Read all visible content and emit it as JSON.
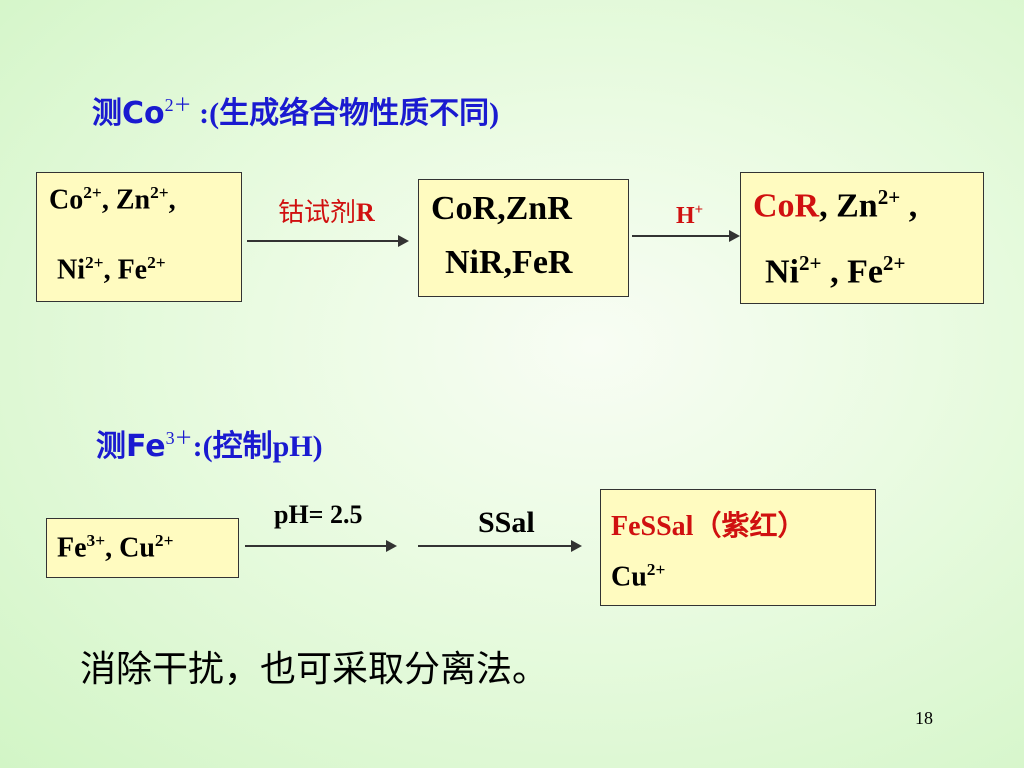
{
  "section1": {
    "heading_prefix": "测Co",
    "heading_sup": "2＋",
    "heading_suffix": " :(生成络合物性质不同)",
    "box_left": {
      "line1_a": "Co",
      "line1_a_sup": "2+",
      "line1_b": ", Zn",
      "line1_b_sup": "2+",
      "line1_c": ",",
      "line2_a": "Ni",
      "line2_a_sup": "2+",
      "line2_b": ", Fe",
      "line2_b_sup": "2+"
    },
    "reagent_label_cjk": "钴试剂",
    "reagent_label_r": "R",
    "box_middle": {
      "line1": "CoR,ZnR",
      "line2": "NiR,FeR"
    },
    "acid_label": "H",
    "acid_sup": "+",
    "box_right": {
      "line1_red": "CoR",
      "line1_a": ", Zn",
      "line1_a_sup": "2+",
      "line1_b": " ,",
      "line2_a": "Ni",
      "line2_a_sup": "2+",
      "line2_b": " , Fe",
      "line2_b_sup": "2+"
    }
  },
  "section2": {
    "heading_prefix": "测Fe",
    "heading_sup": "3＋",
    "heading_suffix": ":(控制pH)",
    "box_left": {
      "a": "Fe",
      "a_sup": "3+",
      "b": ", Cu",
      "b_sup": "2+"
    },
    "ph_label": "pH= 2.5",
    "ssal_label": "SSal",
    "box_right": {
      "line1_red": "FeSSal（紫红）",
      "line2": "Cu",
      "line2_sup": "2+"
    }
  },
  "note": "消除干扰，也可采取分离法。",
  "page_number": "18"
}
